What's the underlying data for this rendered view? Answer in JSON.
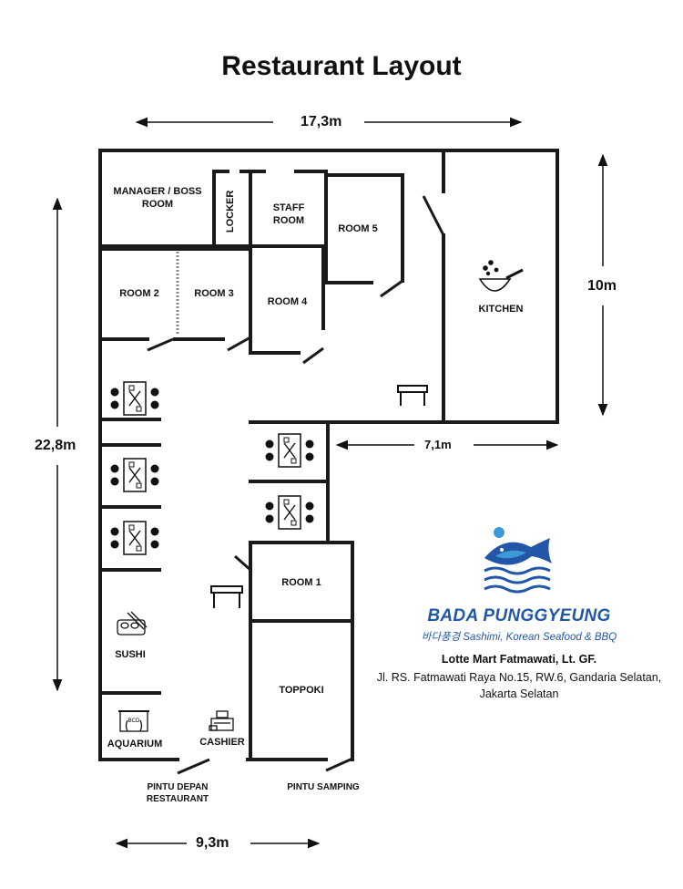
{
  "title": "Restaurant Layout",
  "dimensions": {
    "total_width": "17,3m",
    "right_height": "10m",
    "total_height": "22,8m",
    "kitchen_width": "7,1m",
    "bottom_width": "9,3m"
  },
  "rooms": {
    "manager": "MANAGER / BOSS\nROOM",
    "locker": "LOCKER",
    "staff": "STAFF\nROOM",
    "room5": "ROOM 5",
    "room2": "ROOM 2",
    "room3": "ROOM 3",
    "room4": "ROOM 4",
    "kitchen": "KITCHEN",
    "room1": "ROOM 1",
    "sushi": "SUSHI",
    "toppoki": "TOPPOKI",
    "aquarium": "AQUARIUM",
    "cashier": "CASHIER"
  },
  "doors": {
    "front": "PINTU DEPAN\nRESTAURANT",
    "side": "PINTU SAMPING"
  },
  "brand": {
    "name": "BADA PUNGGYEUNG",
    "tagline": "바다풍경 Sashimi, Korean Seafood & BBQ",
    "color": "#2257a8",
    "light_color": "#3e9ad6"
  },
  "address": {
    "line1": "Lotte Mart Fatmawati, Lt. GF.",
    "line2": "Jl. RS. Fatmawati Raya No.15, RW.6, Gandaria Selatan,",
    "line3": "Jakarta Selatan"
  },
  "icons": {
    "kitchen": "wok-icon",
    "sushi": "sushi-icon",
    "aquarium": "aquarium-icon",
    "cashier": "cash-register-icon",
    "table": "table-icon",
    "dining": "dining-table-icon"
  },
  "aquarium_tag": "BCD"
}
